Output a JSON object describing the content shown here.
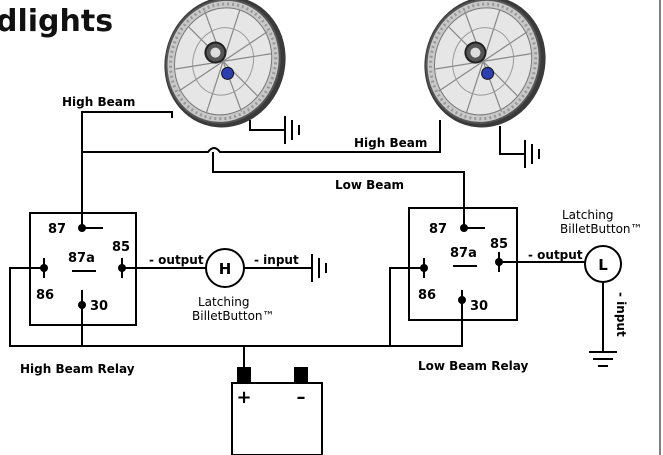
{
  "title": "dlights",
  "wire_labels": {
    "high_beam_left": "High Beam",
    "high_beam_right": "High Beam",
    "low_beam": "Low Beam"
  },
  "relay_left": {
    "caption": "High Beam Relay",
    "pin_87": "87",
    "pin_87a": "87a",
    "pin_85": "85",
    "pin_86": "86",
    "pin_30": "30"
  },
  "relay_right": {
    "caption": "Low Beam Relay",
    "pin_87": "87",
    "pin_87a": "87a",
    "pin_85": "85",
    "pin_86": "86",
    "pin_30": "30"
  },
  "button_h": {
    "letter": "H",
    "output_label": "- output",
    "input_label": "- input",
    "caption_line1": "Latching",
    "caption_line2": "BilletButton™"
  },
  "button_l": {
    "letter": "L",
    "output_label": "- output",
    "input_label": "- input",
    "caption_line1": "Latching",
    "caption_line2": "BilletButton™"
  },
  "battery": {
    "plus": "+",
    "minus": "–"
  }
}
